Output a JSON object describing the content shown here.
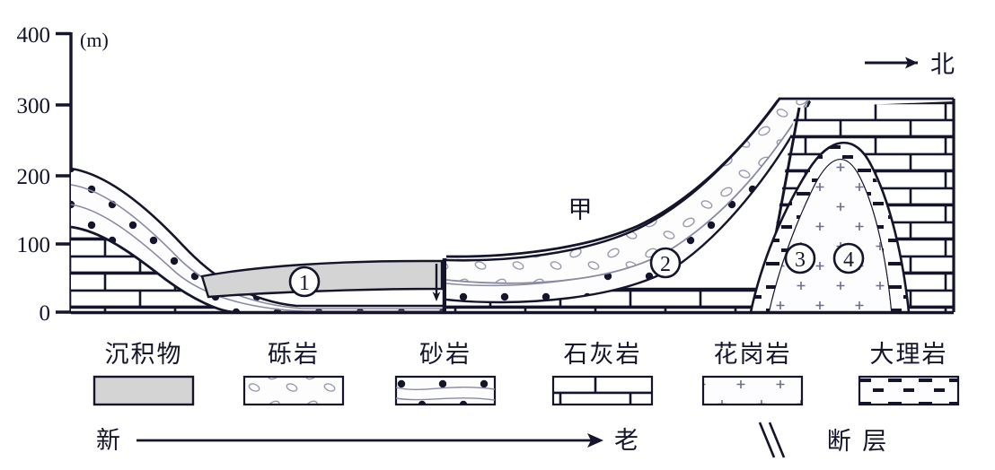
{
  "figure": {
    "type": "geological-cross-section",
    "unit_label": "(m)",
    "north_arrow_label": "北",
    "feature_label_jia": "甲",
    "y_axis": {
      "ticks": [
        "400",
        "300",
        "200",
        "100",
        "0"
      ],
      "values": [
        400,
        300,
        200,
        100,
        0
      ],
      "unit": "m",
      "min": 0,
      "max": 400
    },
    "markers": [
      {
        "id": "1",
        "glyph": "①",
        "layer": "沉积物"
      },
      {
        "id": "2",
        "glyph": "②",
        "layer": "砂岩"
      },
      {
        "id": "3",
        "glyph": "③",
        "layer": "大理岩"
      },
      {
        "id": "4",
        "glyph": "④",
        "layer": "花岗岩"
      }
    ]
  },
  "legend": {
    "items": [
      {
        "label": "沉积物",
        "pattern": "solid-gray"
      },
      {
        "label": "砾岩",
        "pattern": "pebbles"
      },
      {
        "label": "砂岩",
        "pattern": "dots-wavy"
      },
      {
        "label": "石灰岩",
        "pattern": "bricks"
      },
      {
        "label": "花岗岩",
        "pattern": "granite-crosses"
      },
      {
        "label": "大理岩",
        "pattern": "dashes"
      }
    ]
  },
  "bottom_bar": {
    "age_new": "新",
    "age_old": "老",
    "fault_symbol_label": "断  层"
  },
  "colors": {
    "ink": "#14142b",
    "sediment_fill": "#d4d4d4",
    "paper": "#ffffff",
    "hairline": "#8a8aa0"
  },
  "chart_data": {
    "type": "area",
    "title": "",
    "xlabel": "",
    "ylabel": "(m)",
    "ylim": [
      0,
      400
    ],
    "grid": false,
    "legend_position": "bottom",
    "series": [
      {
        "name": "沉积物",
        "note": "gray surface layer in central basin, top ~70m, base ~35m"
      },
      {
        "name": "砾岩",
        "note": "pebble layer within right-hand fold, crest ~120m"
      },
      {
        "name": "砂岩",
        "note": "dotted layers, left flank 0-160m, right flank rising to ~300m"
      },
      {
        "name": "石灰岩",
        "note": "brick basement, left wedge to ~95m, right block to 300m"
      },
      {
        "name": "花岗岩",
        "note": "intrusive plug, apex ~225m"
      },
      {
        "name": "大理岩",
        "note": "contact metamorphic rim around granite"
      }
    ]
  }
}
